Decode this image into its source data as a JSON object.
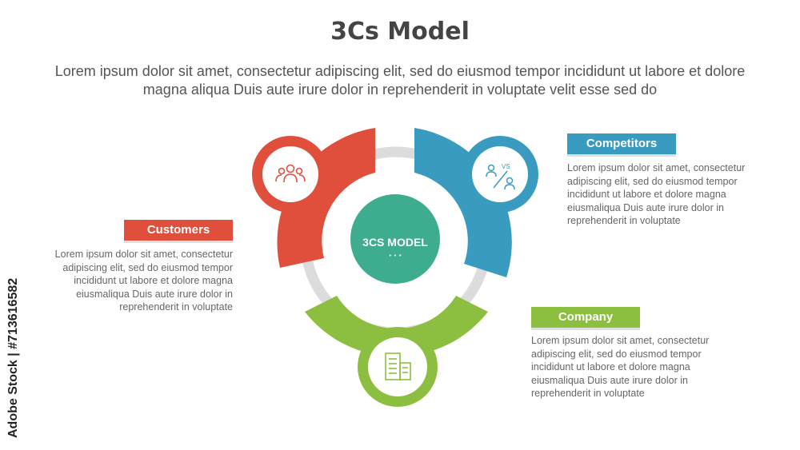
{
  "title": "3Cs Model",
  "subtitle": "Lorem ipsum dolor sit amet, consectetur adipiscing elit, sed do eiusmod tempor incididunt ut labore et dolore magna aliqua Duis aute irure dolor in reprehenderit in voluptate velit esse sed do",
  "center": {
    "label": "3CS MODEL",
    "dots": "• • •"
  },
  "segments": {
    "customers": {
      "label": "Customers",
      "description": "Lorem ipsum dolor sit amet, consectetur adipiscing elit, sed do eiusmod tempor incididunt ut labore et dolore magna eiusmaliqua Duis aute irure dolor in reprehenderit in voluptate",
      "color": "#E04E3C",
      "icon": "people-group-icon"
    },
    "competitors": {
      "label": "Competitors",
      "description": "Lorem ipsum dolor sit amet, consectetur adipiscing elit, sed do eiusmod tempor incididunt ut labore et dolore magna eiusmaliqua Duis aute irure dolor in reprehenderit in voluptate",
      "color": "#3A9BC1",
      "icon": "versus-icon",
      "icon_text": "VS"
    },
    "company": {
      "label": "Company",
      "description": "Lorem ipsum dolor sit amet, consectetur adipiscing elit, sed do eiusmod tempor incididunt ut labore et dolore magna eiusmaliqua Duis aute irure dolor in reprehenderit in voluptate",
      "color": "#8CBF3F",
      "icon": "building-icon"
    }
  },
  "center_color": "#3EAD8F",
  "ring_color": "#DCDCDC",
  "watermark": "Adobe Stock | #713616582"
}
